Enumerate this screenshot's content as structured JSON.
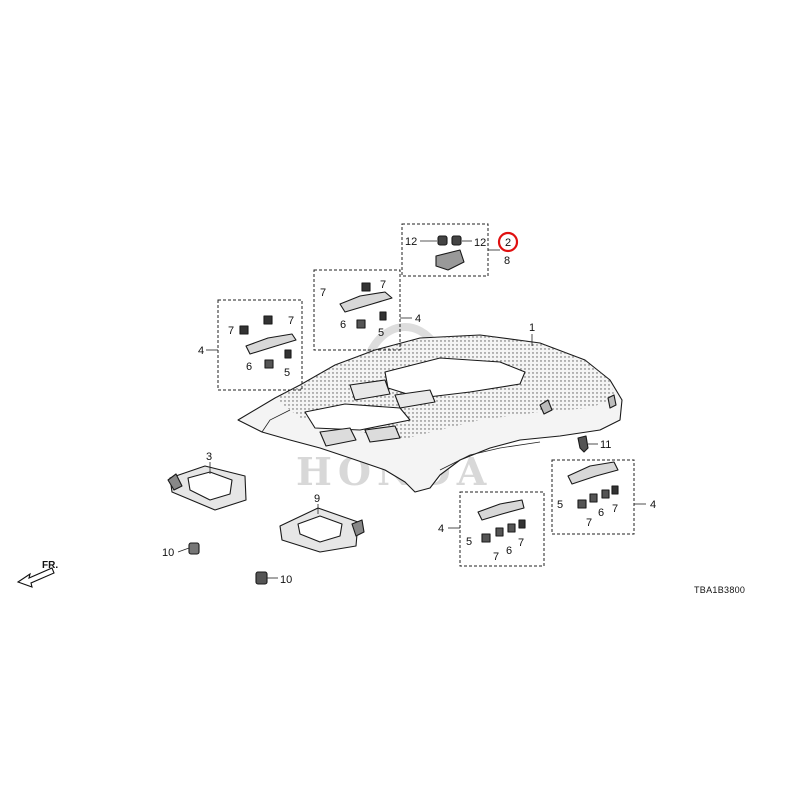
{
  "diagram": {
    "watermark_text": "HONDA",
    "diagram_code": "TBA1B3800",
    "direction_label": "FR.",
    "highlight_color": "#e01010",
    "callouts": {
      "c1": "1",
      "c2": "2",
      "c3": "3",
      "c4_left": "4",
      "c4_upper": "4",
      "c4_lower": "4",
      "c4_right": "4",
      "c5_a": "5",
      "c5_b": "5",
      "c5_c": "5",
      "c5_d": "5",
      "c6_a": "6",
      "c6_b": "6",
      "c6_c": "6",
      "c6_d": "6",
      "c7_a": "7",
      "c7_b": "7",
      "c7_c": "7",
      "c7_d": "7",
      "c7_e": "7",
      "c7_f": "7",
      "c7_g": "7",
      "c7_h": "7",
      "c8": "8",
      "c9": "9",
      "c10_a": "10",
      "c10_b": "10",
      "c11": "11",
      "c12_a": "12",
      "c12_b": "12"
    }
  }
}
